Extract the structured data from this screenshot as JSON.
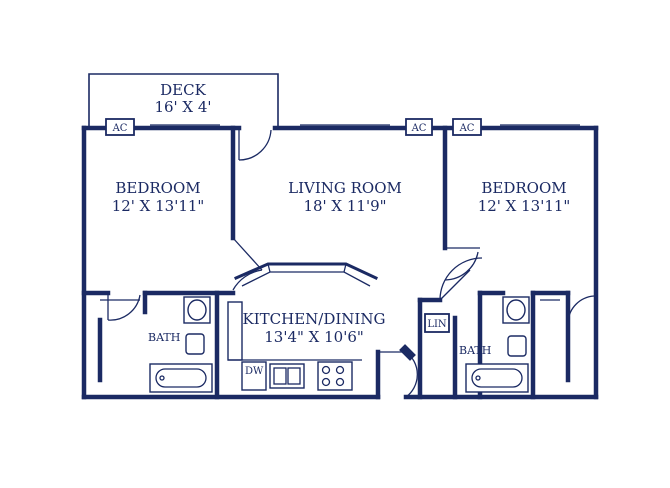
{
  "rooms": {
    "deck": {
      "name": "DECK",
      "size": "16' X 4'"
    },
    "bedroom_left": {
      "name": "BEDROOM",
      "size": "12' X 13'11\""
    },
    "living_room": {
      "name": "LIVING ROOM",
      "size": "18' X 11'9\""
    },
    "bedroom_right": {
      "name": "BEDROOM",
      "size": "12' X 13'11\""
    },
    "kitchen_dining": {
      "name": "KITCHEN/DINING",
      "size": "13'4\" X 10'6\""
    },
    "bath_left": {
      "name": "BATH"
    },
    "bath_right": {
      "name": "BATH"
    },
    "linen": {
      "name": "LIN"
    }
  },
  "ac_units": [
    "AC",
    "AC",
    "AC"
  ],
  "appliances": {
    "dishwasher": "DW"
  },
  "colors": {
    "ink": "#1b2a63",
    "background": "#ffffff"
  }
}
